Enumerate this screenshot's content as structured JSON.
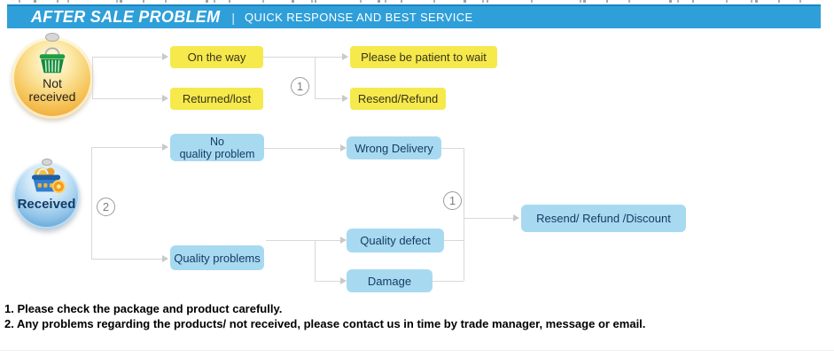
{
  "header": {
    "title": "AFTER SALE PROBLEM",
    "separator": "|",
    "subtitle": "QUICK RESPONSE AND BEST SERVICE",
    "bg_color": "#2f9fd9",
    "text_color": "#ffffff"
  },
  "flow": {
    "orbs": {
      "not_received": {
        "lines": [
          "Not",
          "received"
        ],
        "icon": "green-shopping-basket-icon"
      },
      "received": {
        "label": "Received",
        "icon": "blue-shopping-basket-badge-icon"
      }
    },
    "yellow_boxes": {
      "on_the_way": "On the way",
      "returned_lost": "Returned/lost",
      "please_wait": "Please be patient to wait",
      "resend_refund": "Resend/Refund"
    },
    "blue_boxes": {
      "no_quality_problem": {
        "lines": [
          "No",
          "quality problem"
        ]
      },
      "quality_problems": "Quality problems",
      "wrong_delivery": "Wrong Delivery",
      "quality_defect": "Quality defect",
      "damage": "Damage",
      "resend_refund_discount": "Resend/ Refund /Discount"
    },
    "markers": {
      "branch_top": "1",
      "received_branch": "2",
      "merge": "1"
    },
    "colors": {
      "yellow_box": "#f6e94b",
      "blue_box": "#a7daf1",
      "line_gray": "#d8d8d8",
      "orb_orange": "#f0a733",
      "orb_blue": "#4f9cd4"
    }
  },
  "footer": {
    "line1": "1. Please check the package and product carefully.",
    "line2": "2. Any problems regarding the products/ not received, please contact us in time by trade manager, message or email."
  }
}
